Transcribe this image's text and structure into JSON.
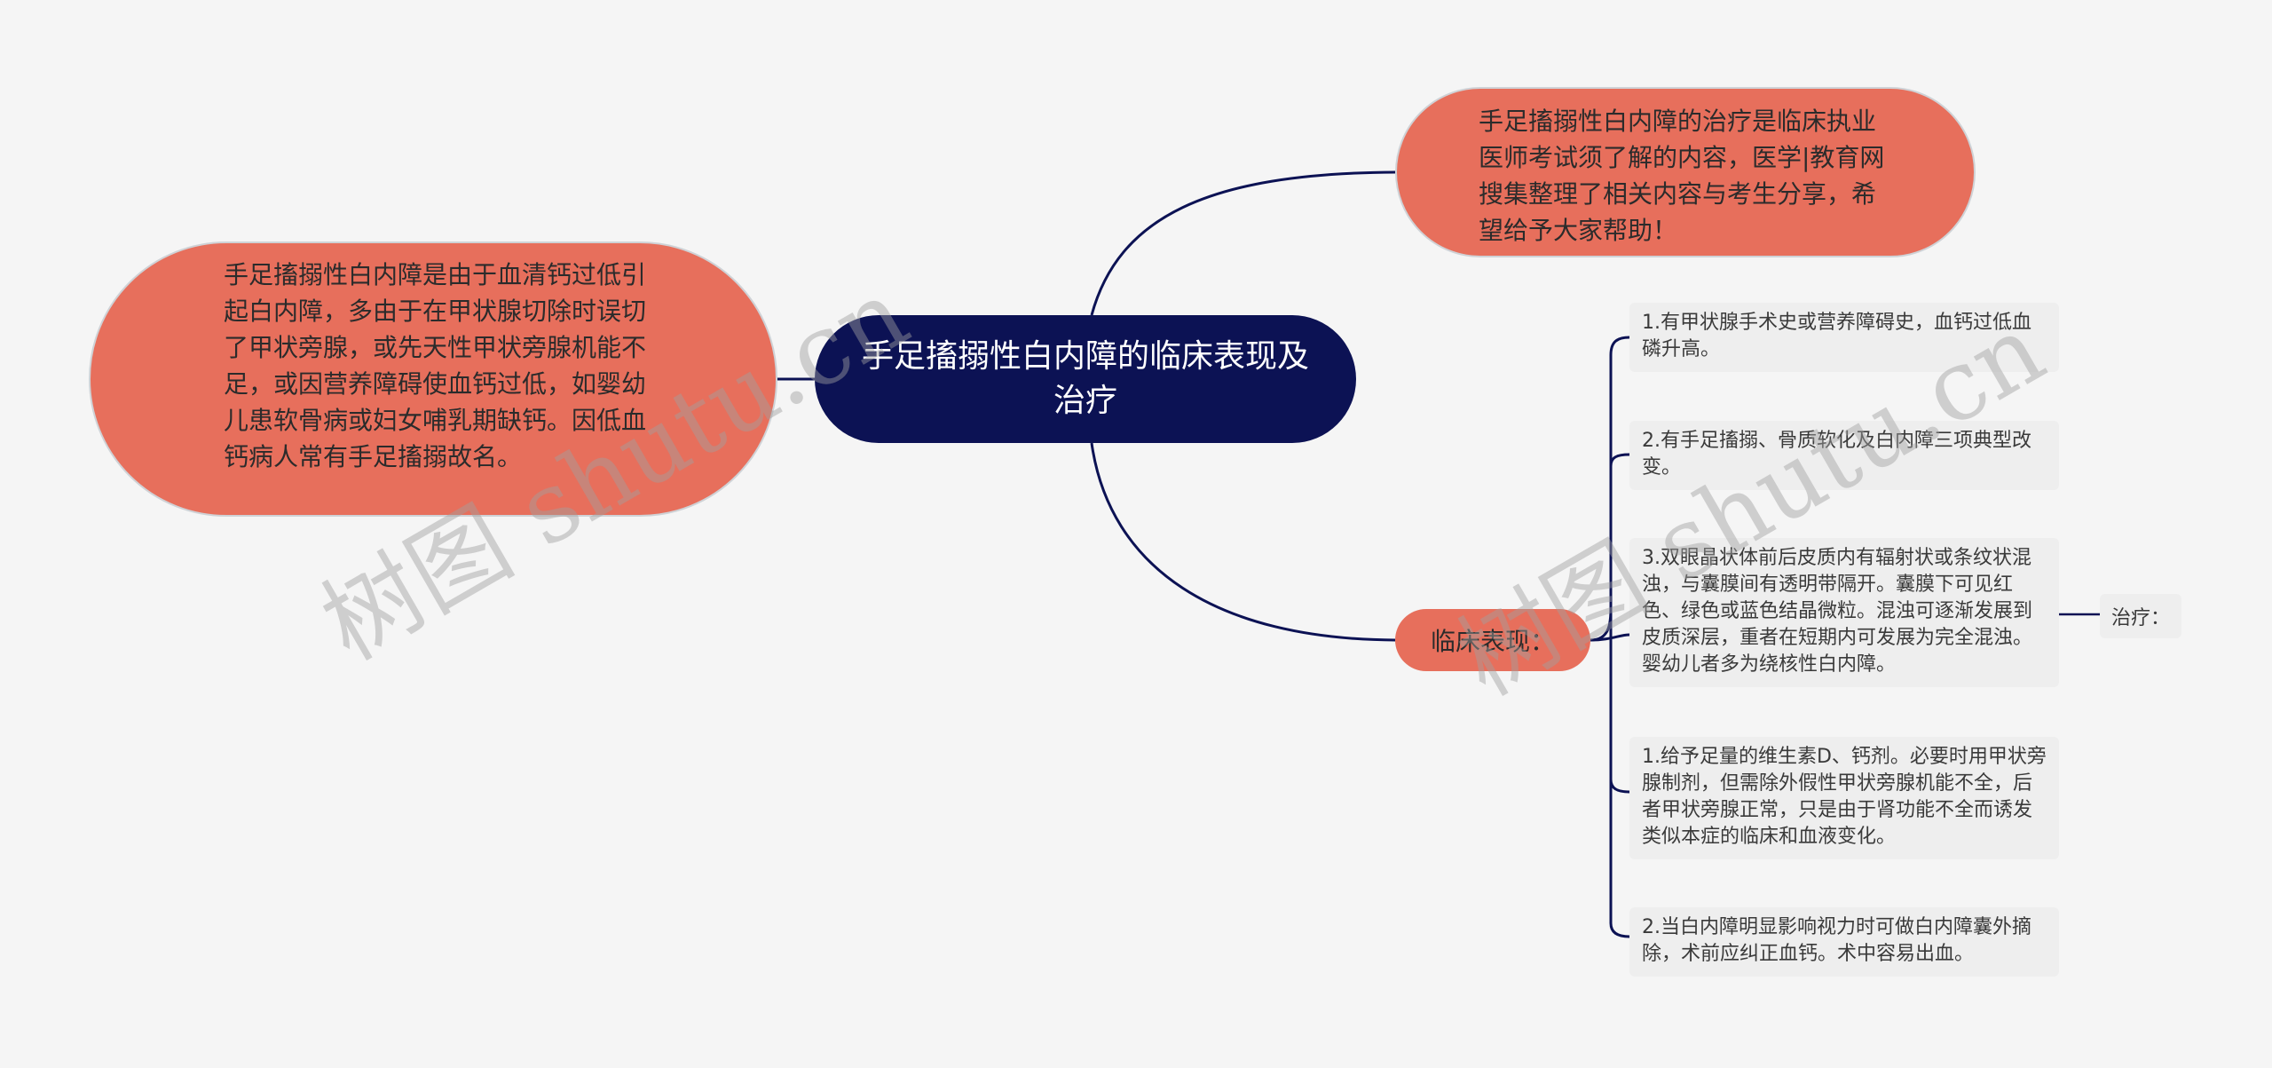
{
  "center": {
    "label": "手足搐搦性白内障的临床表现及治疗"
  },
  "left_node": {
    "text": "手足搐搦性白内障是由于血清钙过低引起白内障，多由于在甲状腺切除时误切了甲状旁腺，或先天性甲状旁腺机能不足，或因营养障碍使血钙过低，如婴幼儿患软骨病或妇女哺乳期缺钙。因低血钙病人常有手足搐搦故名。"
  },
  "top_node": {
    "text": "手足搐搦性白内障的治疗是临床执业医师考试须了解的内容，医学|教育网搜集整理了相关内容与考生分享，希望给予大家帮助！"
  },
  "clinical_node": {
    "label": "临床表现："
  },
  "leaves": [
    "1.有甲状腺手术史或营养障碍史，血钙过低血磷升高。",
    "2.有手足搐搦、骨质软化及白内障三项典型改变。",
    "3.双眼晶状体前后皮质内有辐射状或条纹状混浊，与囊膜间有透明带隔开。囊膜下可见红色、绿色或蓝色结晶微粒。混浊可逐渐发展到皮质深层，重者在短期内可发展为完全混浊。婴幼儿者多为绕核性白内障。",
    "1.给予足量的维生素D、钙剂。必要时用甲状旁腺制剂，但需除外假性甲状旁腺机能不全，后者甲状旁腺正常，只是由于肾功能不全而诱发类似本症的临床和血液变化。",
    "2.当白内障明显影响视力时可做白内障囊外摘除，术前应纠正血钙。术中容易出血。"
  ],
  "treatment_node": {
    "label": "治疗："
  },
  "watermark": "树图 shutu.cn",
  "colors": {
    "center": "#0c1254",
    "bubble": "#e76f5c",
    "leaf": "#eeeeee",
    "line": "#0c1254",
    "background": "#f5f5f5"
  }
}
